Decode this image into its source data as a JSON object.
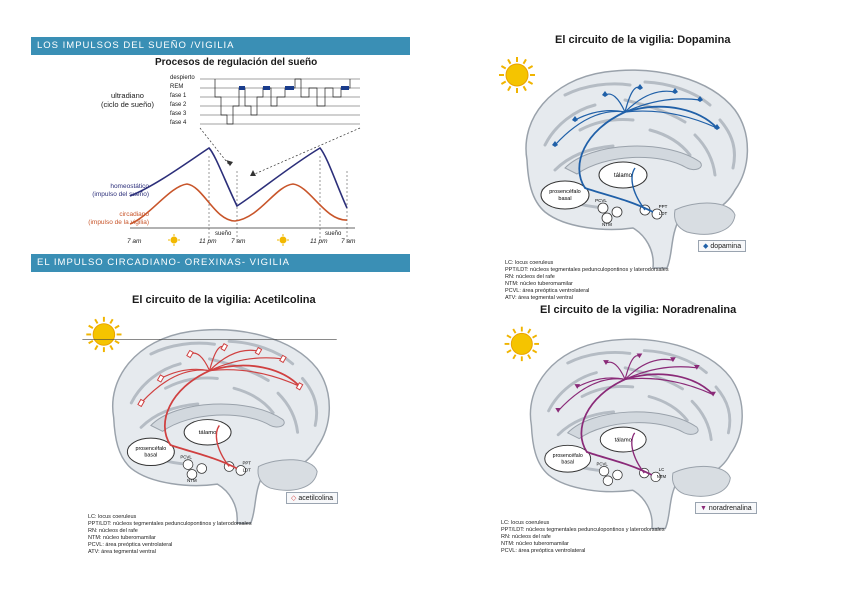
{
  "banners": {
    "sleep": "LOS IMPULSOS DEL SUEÑO /VIGILIA",
    "circadian": "EL IMPULSO CIRCADIANO- OREXINAS- VIGILIA"
  },
  "sleep_chart": {
    "title": "Procesos de regulación del sueño",
    "stage_labels": [
      "despierto",
      "REM",
      "fase 1",
      "fase 2",
      "fase 3",
      "fase 4"
    ],
    "ultradian_label": [
      "ultradiano",
      "(ciclo de sueño)"
    ],
    "homeostatic_label": [
      "homeostático",
      "(impulso del sueño)"
    ],
    "circadian_label": [
      "circadiano",
      "(impulso de la vigilia)"
    ],
    "time_labels": [
      "7 am",
      "11 pm",
      "7 am",
      "11 pm",
      "7 am"
    ],
    "sleep_labels": [
      "sueño",
      "sueño"
    ],
    "colors": {
      "homeostatic": "#2c2f7a",
      "circadian": "#c8552a",
      "rem": "#1a3c8c"
    }
  },
  "panels": {
    "dopamine": {
      "title": "El circuito de la vigilia: Dopamina",
      "key": "dopamina",
      "color": "#2060a8",
      "labels": {
        "thalamus": "tálamo",
        "forebrain": [
          "prosencéfalo",
          "basal"
        ],
        "nuclei": [
          "PCVL",
          "PPT",
          "LDT",
          "NTM"
        ]
      },
      "legend": [
        "LC: locus coeruleus",
        "PPT/LDT: núcleos tegmentales pedunculopontinos y laterodorsales",
        "RN: núcleos del rafe",
        "NTM: núcleo tuberomamilar",
        "PCVL: área preóptica ventrolateral",
        "ATV: área tegmental ventral"
      ]
    },
    "acetylcholine": {
      "title": "El circuito de la vigilia: Acetilcolina",
      "key": "acetilcolina",
      "color": "#d04040",
      "labels": {
        "thalamus": "tálamo",
        "forebrain": [
          "prosencéfalo",
          "basal"
        ],
        "nuclei": [
          "PCVL",
          "PPT",
          "LDT",
          "NTM"
        ]
      },
      "legend": [
        "LC: locus coeruleus",
        "PPT/LDT: núcleos tegmentales pedunculopontinos y laterodorsales",
        "RN: núcleos del rafe",
        "NTM: núcleo tuberomamilar",
        "PCVL: área preóptica ventrolateral",
        "ATV: área tegmental ventral"
      ]
    },
    "noradrenaline": {
      "title": "El circuito de la vigilia: Noradrenalina",
      "key": "noradrenalina",
      "color": "#8a2a78",
      "labels": {
        "thalamus": "tálamo",
        "forebrain": [
          "prosencéfalo",
          "basal"
        ],
        "nuclei": [
          "PCVL",
          "LC",
          "NTM"
        ]
      },
      "legend": [
        "LC: locus coeruleus",
        "PPT/LDT: núcleos tegmentales pedunculopontinos y laterodorsales",
        "RN: núcleos del rafe",
        "NTM: núcleo tuberomamilar",
        "PCVL: área preóptica ventrolateral"
      ]
    }
  },
  "icons": {
    "sun": "sun-icon",
    "moon": "moon-icon"
  }
}
